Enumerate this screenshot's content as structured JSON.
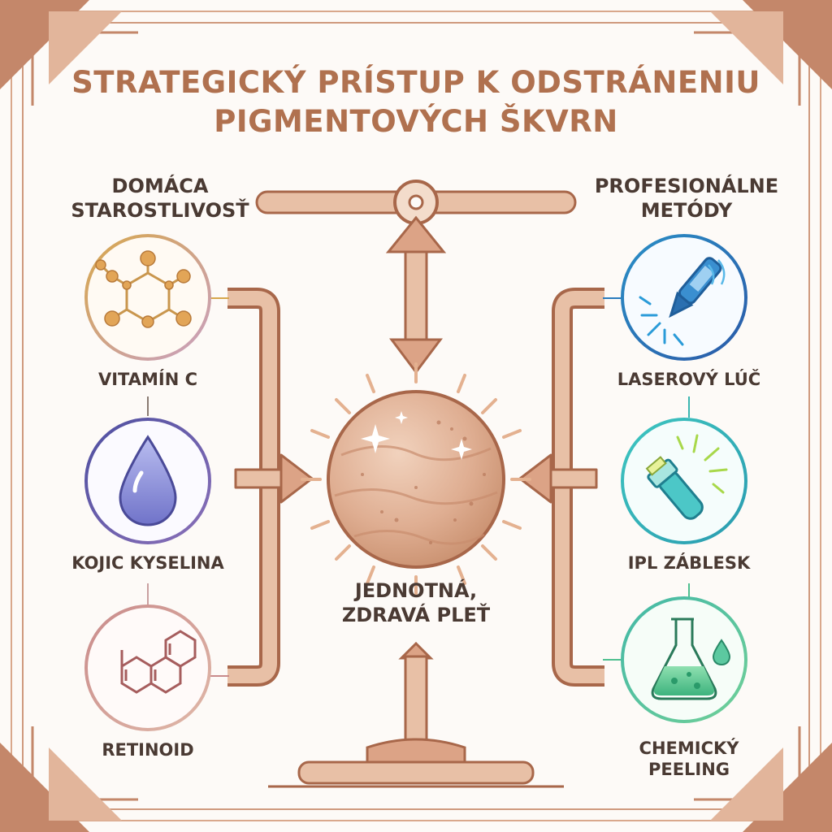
{
  "title_line1": "STRATEGICKÝ PRÍSTUP K ODSTRÁNENIU",
  "title_line2": "PIGMENTOVÝCH ŠKVRN",
  "left_group": {
    "title_line1": "DOMÁCA",
    "title_line2": "STAROSTLIVOSŤ",
    "items": [
      {
        "label": "VITAMÍN C",
        "icon": "molecule-icon"
      },
      {
        "label": "KOJIC KYSELINA",
        "icon": "droplet-icon"
      },
      {
        "label": "RETINOID",
        "icon": "chemical-structure-icon"
      }
    ]
  },
  "right_group": {
    "title_line1": "PROFESIONÁLNE",
    "title_line2": "METÓDY",
    "items": [
      {
        "label": "LASEROVÝ LÚČ",
        "icon": "laser-pen-icon"
      },
      {
        "label": "IPL ZÁBLESK",
        "icon": "ipl-handpiece-icon"
      },
      {
        "label_line1": "CHEMICKÝ",
        "label_line2": "PEELING",
        "icon": "flask-icon"
      }
    ]
  },
  "center": {
    "label_line1": "JEDNOTNÁ,",
    "label_line2": "ZDRAVÁ PLEŤ",
    "icon": "skin-sphere-icon"
  },
  "colors": {
    "copper": "#c4876a",
    "copper_dark": "#a8674a",
    "title": "#b0714f",
    "text": "#4a3a33",
    "vitamin_c": "#d7a74d",
    "kojic": "#5a5aa6",
    "retinoid": "#c98b8b",
    "laser": "#2a7bbd",
    "ipl": "#3bb6b0",
    "peeling": "#4fbf8f"
  }
}
